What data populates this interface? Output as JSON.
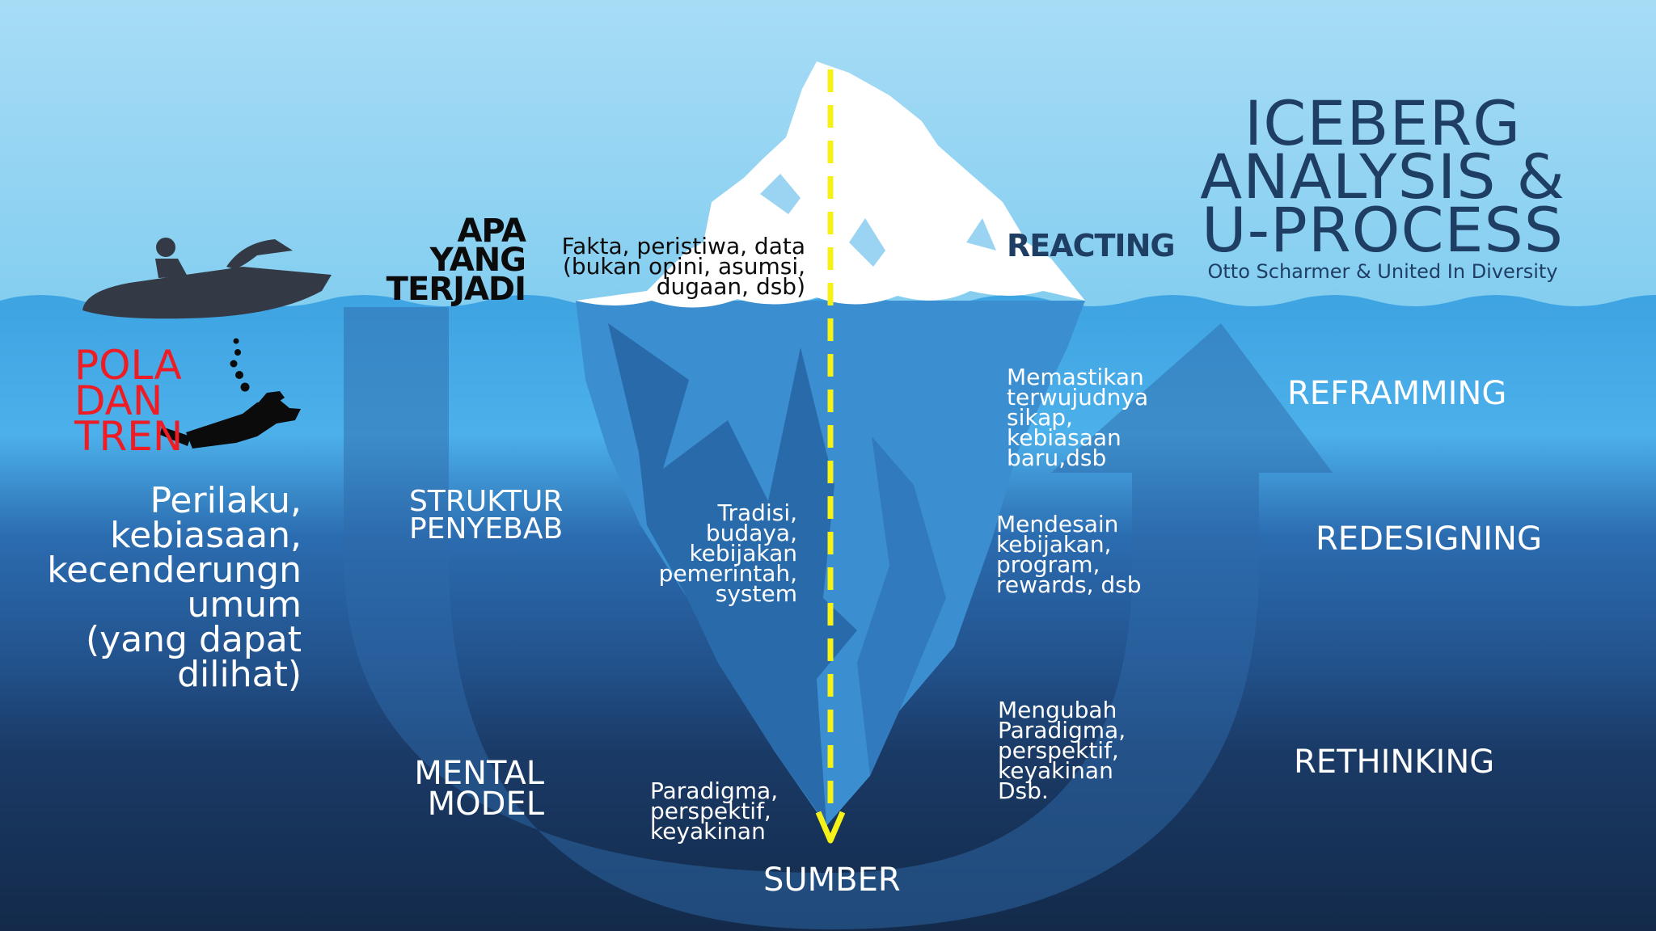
{
  "title": "ICEBERG\nANALYSIS &\nU-PROCESS",
  "subtitle": "Otto Scharmer & United In Diversity",
  "icons": {
    "boat": "speedboat-icon",
    "diver": "scuba-diver-icon",
    "iceberg": "iceberg-icon",
    "arrow": "u-arrow-icon"
  },
  "colors": {
    "sky": "#8fd3f2",
    "water_top": "#4aa9e3",
    "water_deep": "#152e52",
    "snow": "#ffffff",
    "ice": "#3d8fcd",
    "red_label": "#ee1c24",
    "title_navy": "#1f3e63",
    "dashed_line": "#f6f218"
  },
  "left_labels": {
    "pola_dan_tren": "POLA\nDAN\nTREN",
    "perilaku": "Perilaku,\nkebiasaan,\nkecenderungn\numum\n(yang dapat\ndilihat)"
  },
  "levels": {
    "apa": "APA\nYANG\nTERJADI",
    "struktur": "STRUKTUR\nPENYEBAB",
    "mental": "MENTAL\nMODEL",
    "sumber": "SUMBER"
  },
  "iceberg_notes": {
    "fakta": "Fakta, peristiwa, data\n(bukan opini, asumsi,\ndugaan, dsb)",
    "tradisi": "Tradisi,\nbudaya,\nkebijakan\npemerintah,\nsystem",
    "paradigma": "Paradigma,\nperspektif,\nkeyakinan"
  },
  "right_notes": {
    "reacting": "REACTING",
    "memastikan": "Memastikan\nterwujudnya\nsikap,\nkebiasaan\nbaru,dsb",
    "mendesain": "Mendesain\nkebijakan,\nprogram,\nrewards, dsb",
    "mengubah": "Mengubah\nParadigma,\nperspektif,\nkeyakinan\nDsb."
  },
  "u_process": {
    "reframming": "REFRAMMING",
    "redesigning": "REDESIGNING",
    "rethinking": "RETHINKING"
  }
}
